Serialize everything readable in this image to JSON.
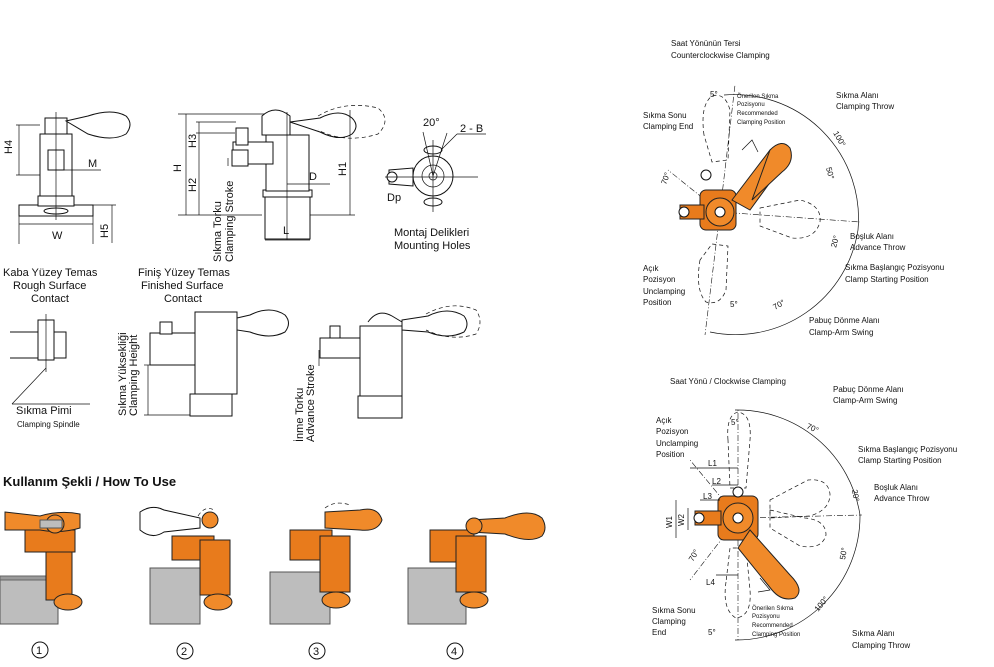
{
  "side_views": {
    "fig1_labels": {
      "h4": "H4",
      "m": "M",
      "w": "W",
      "h5": "H5"
    },
    "fig2_labels": {
      "h3": "H3",
      "h": "H",
      "h2": "H2",
      "d": "D",
      "h1": "H1",
      "l": "L",
      "stroke_tr": "Sıkma Torku",
      "stroke_en": "Clamping Stroke"
    },
    "mounting": {
      "angle": "20°",
      "holes": "2 - B",
      "dp": "Dp",
      "title_tr": "Montaj Delikleri",
      "title_en": "Mounting Holes"
    }
  },
  "contact": {
    "rough_tr": "Kaba Yüzey Temas",
    "rough_en1": "Rough Surface",
    "rough_en2": "Contact",
    "finished_tr": "Finiş Yüzey Temas",
    "finished_en1": "Finished Surface",
    "finished_en2": "Contact",
    "spindle_tr": "Sıkma Pimi",
    "spindle_en": "Clamping Spindle",
    "height_tr": "Sıkma Yüksekliği",
    "height_en": "Clamping Height",
    "advance_tr": "İnme Torku",
    "advance_en": "Advance Stroke"
  },
  "how_to_use": {
    "title": "Kullanım Şekli / How To Use",
    "steps": [
      "1",
      "2",
      "3",
      "4"
    ]
  },
  "ccw": {
    "title_tr": "Saat Yönünün Tersi",
    "title_en": "Counterclockwise Clamping",
    "end_tr": "Sıkma Sonu",
    "end_en": "Clamping End",
    "rec_tr1": "Önerilen Sıkma",
    "rec_tr2": "Pozisyonu",
    "rec_en1": "Recommended",
    "rec_en2": "Clamping Position",
    "throw_tr": "Sıkma Alanı",
    "throw_en": "Clamping Throw",
    "adv_tr": "Boşluk Alanı",
    "adv_en": "Advance Throw",
    "start_tr": "Sıkma Başlangıç Pozisyonu",
    "start_en": "Clamp Starting Position",
    "open_tr": "Açık",
    "open_tr2": "Pozisyon",
    "open_en1": "Unclamping",
    "open_en2": "Position",
    "swing_tr": "Pabuç Dönme Alanı",
    "swing_en": "Clamp-Arm Swing",
    "a5_top": "5°",
    "a100": "100°",
    "a50": "50°",
    "a70_left": "70°",
    "a20": "20°",
    "a5_bot": "5°",
    "a70_bot": "70°"
  },
  "cw": {
    "title": "Saat Yönü / Clockwise Clamping",
    "swing_tr": "Pabuç Dönme Alanı",
    "swing_en": "Clamp-Arm Swing",
    "open_tr": "Açık",
    "open_tr2": "Pozisyon",
    "open_en1": "Unclamping",
    "open_en2": "Position",
    "start_tr": "Sıkma Başlangıç Pozisyonu",
    "start_en": "Clamp Starting Position",
    "adv_tr": "Boşluk Alanı",
    "adv_en": "Advance Throw",
    "end_tr": "Sıkma Sonu",
    "end_en": "Clamping",
    "end_en2": "End",
    "rec_tr1": "Önerilen Sıkma",
    "rec_tr2": "Pozisyonu",
    "rec_en1": "Recommended",
    "rec_en2": "Clamping Position",
    "throw_tr": "Sıkma Alanı",
    "throw_en": "Clamping Throw",
    "dims": {
      "l1": "L1",
      "l2": "L2",
      "l3": "L3",
      "l4": "L4",
      "w1": "W1",
      "w2": "W2"
    },
    "a5_top": "5°",
    "a70_top": "70°",
    "a20": "20°",
    "a50": "50°",
    "a100": "100°",
    "a70_left": "70°",
    "a5_bot": "5°"
  }
}
